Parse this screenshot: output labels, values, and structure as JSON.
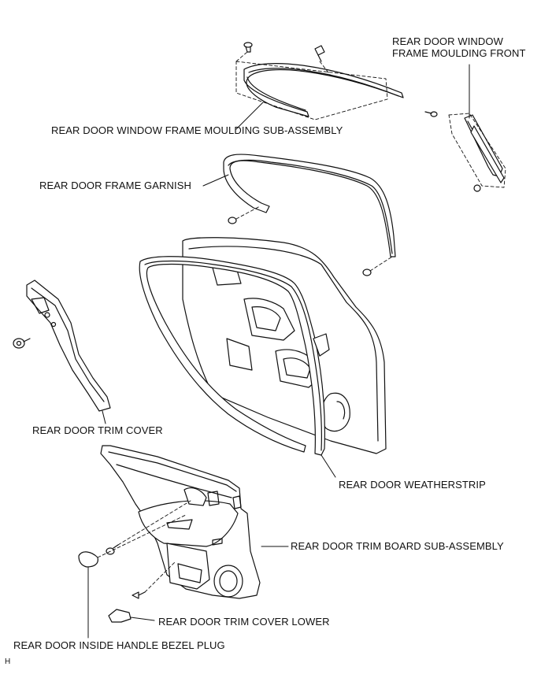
{
  "labels": {
    "window_frame_moulding_front_line1": "REAR DOOR WINDOW",
    "window_frame_moulding_front_line2": "FRAME MOULDING FRONT",
    "window_frame_moulding_sub_assembly": "REAR DOOR WINDOW FRAME MOULDING SUB-ASSEMBLY",
    "frame_garnish": "REAR DOOR FRAME GARNISH",
    "trim_cover": "REAR DOOR TRIM COVER",
    "weatherstrip": "REAR DOOR WEATHERSTRIP",
    "trim_board_sub_assembly": "REAR DOOR TRIM BOARD SUB-ASSEMBLY",
    "trim_cover_lower": "REAR DOOR TRIM COVER LOWER",
    "inside_handle_bezel_plug": "REAR DOOR INSIDE HANDLE BEZEL PLUG",
    "corner_mark": "H"
  }
}
